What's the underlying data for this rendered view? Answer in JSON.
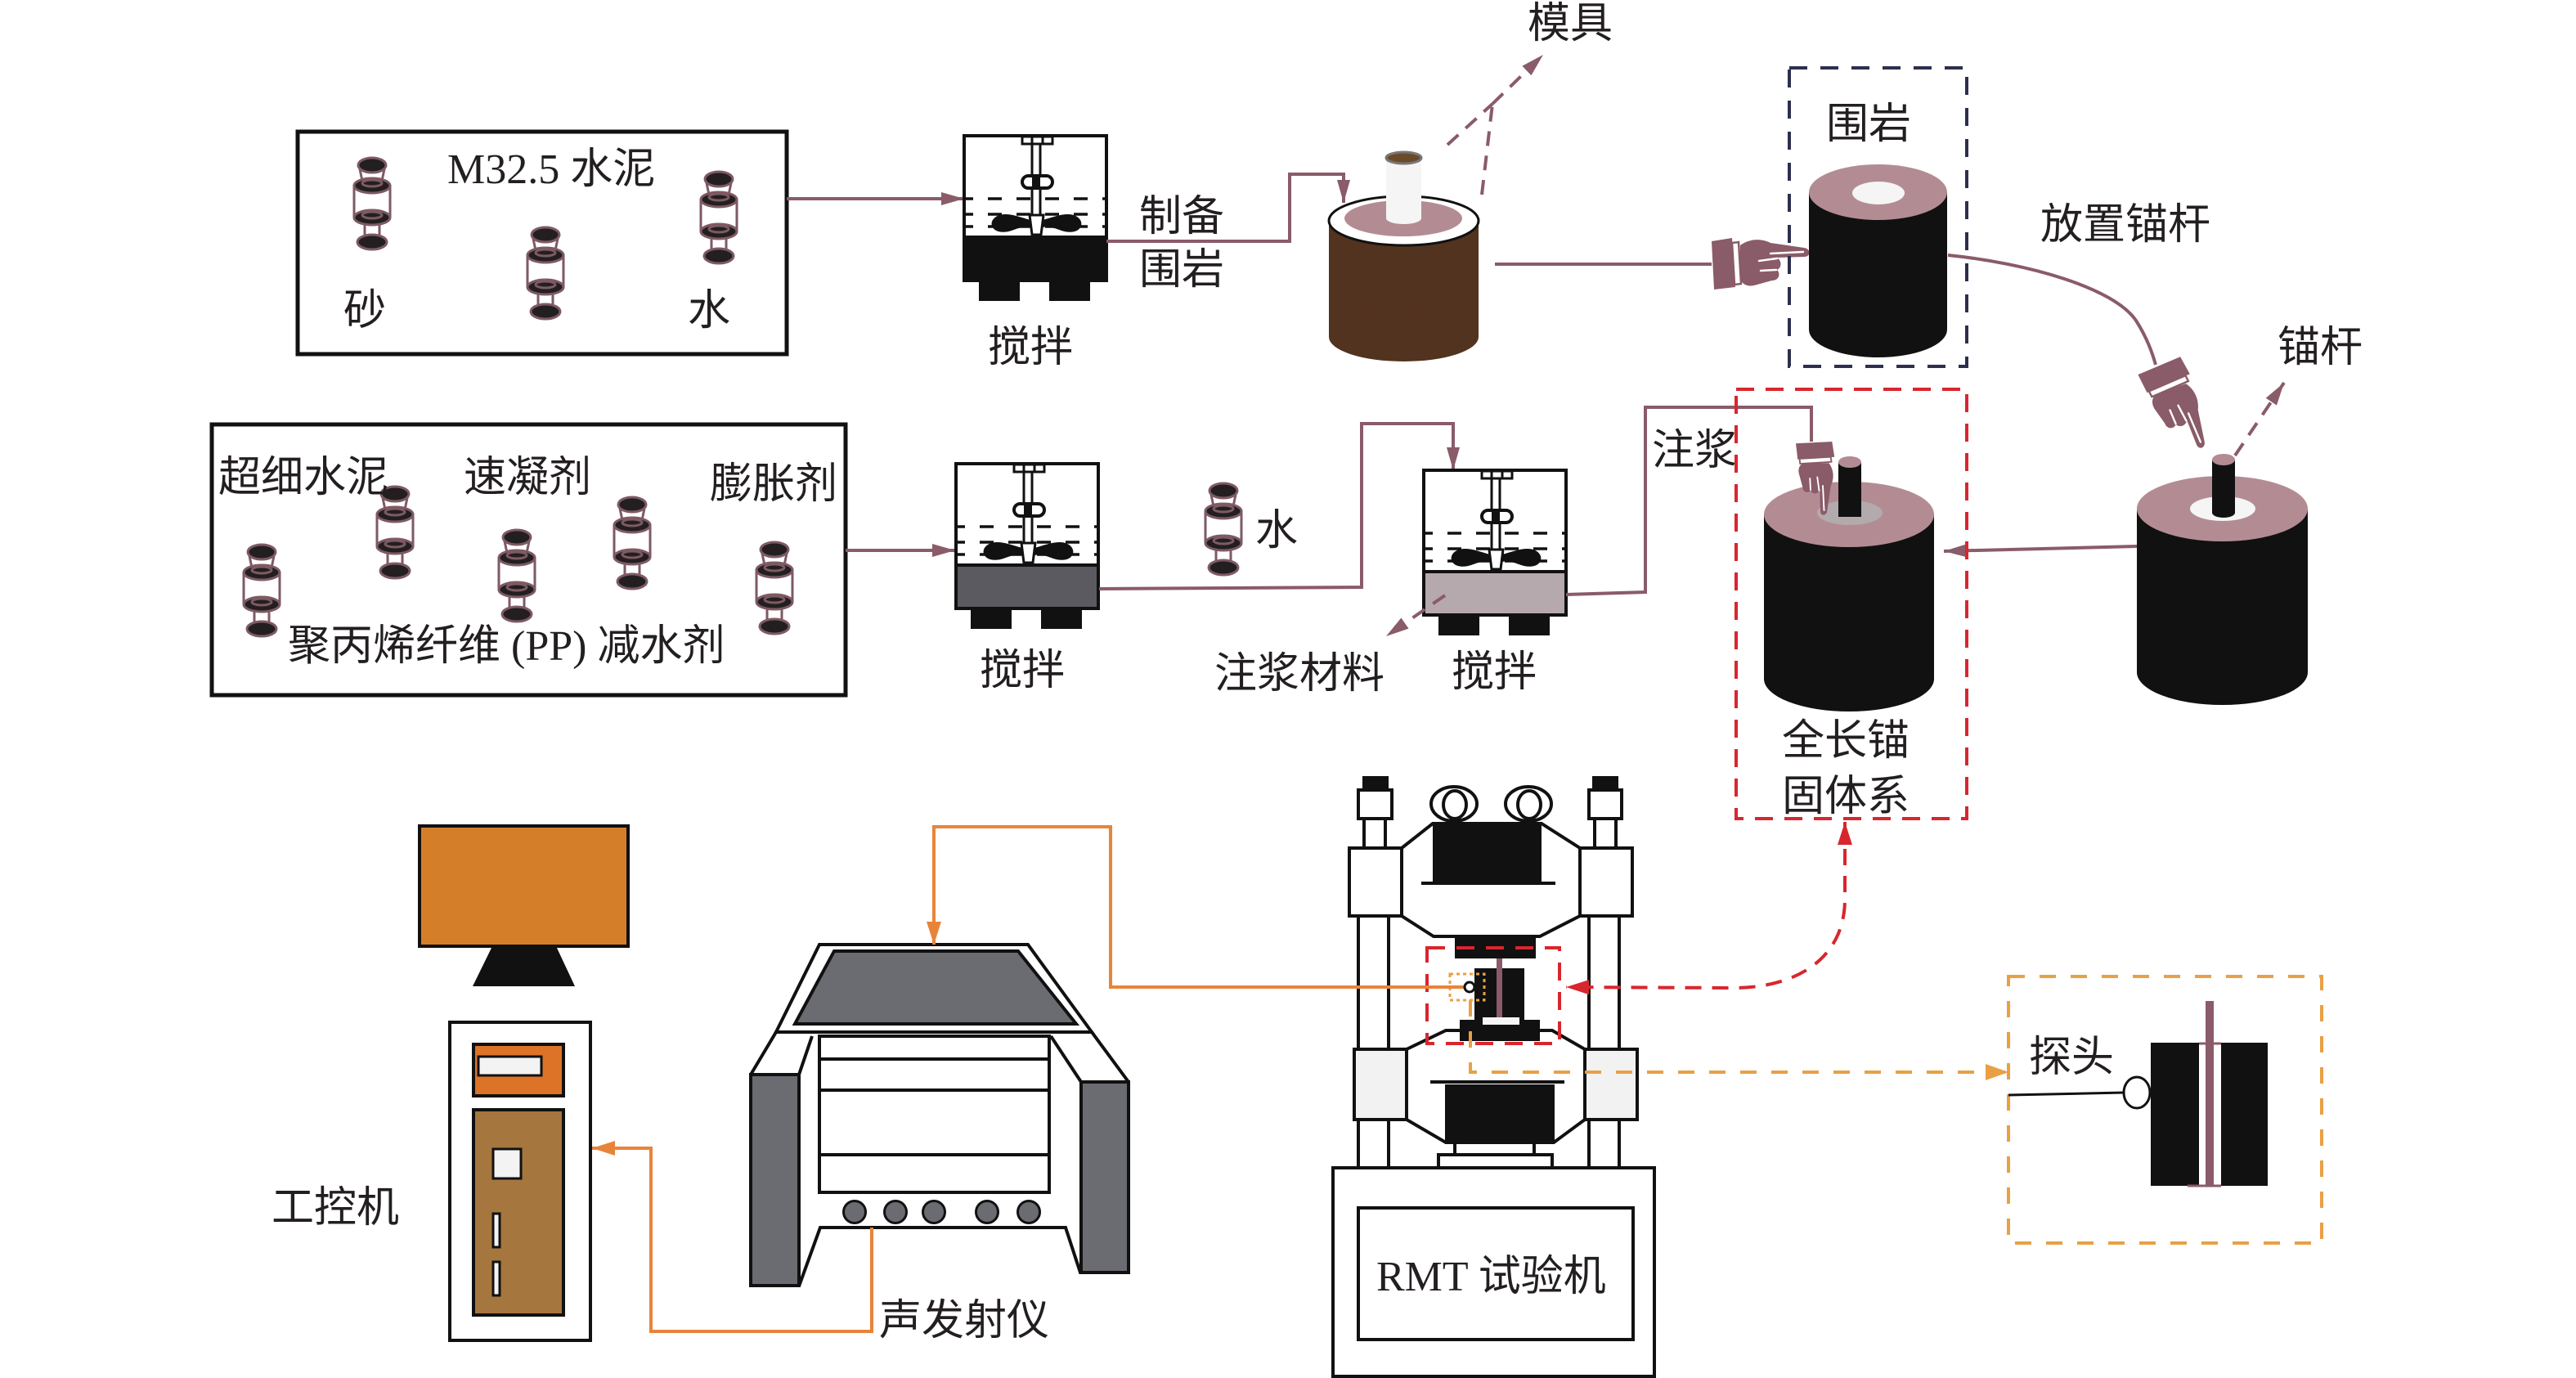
{
  "stage_rock": {
    "materials_box": {
      "title": "M32.5 水泥",
      "left_label": "砂",
      "right_label": "水"
    },
    "mixer_label": "搅拌",
    "step_label": {
      "line1": "制备",
      "line2": "围岩"
    },
    "mold_label": "模具",
    "rock_label": "围岩",
    "place_bolt_label": "放置锚杆",
    "bolt_label": "锚杆"
  },
  "stage_grout": {
    "materials_box": {
      "labels": [
        "超细水泥",
        "速凝剂",
        "膨胀剂",
        "聚丙烯纤维 (PP) 减水剂"
      ]
    },
    "mixer_label": "搅拌",
    "water_label": "水",
    "grout_material_label": "注浆材料",
    "mixer2_label": "搅拌",
    "grouting_label": "注浆",
    "system_label": {
      "line1": "全长锚",
      "line2": "固体系"
    }
  },
  "stage_test": {
    "computer_label": "工控机",
    "ae_instrument_label": "声发射仪",
    "test_machine_label": "RMT 试验机",
    "probe_label": "探头"
  },
  "colors": {
    "flow": "#8a5b68",
    "bottle_outline": "#7e5a64",
    "dark": "#111111",
    "rock_top": "#b38c93",
    "mold_body": "#52331f",
    "rock_box": "#2c2f4e",
    "system_box": "#d8262e",
    "signal": "#e8843a",
    "probe_link": "#e9a045",
    "monitor": "#d47e2a",
    "tower_panel": "#dc7327",
    "tower_body": "#a5763e",
    "device_gray": "#6b6b72",
    "mixer2_fill": "#5a5a60",
    "mixer3_fill": "#b5a9ae",
    "text": "#231f20"
  }
}
